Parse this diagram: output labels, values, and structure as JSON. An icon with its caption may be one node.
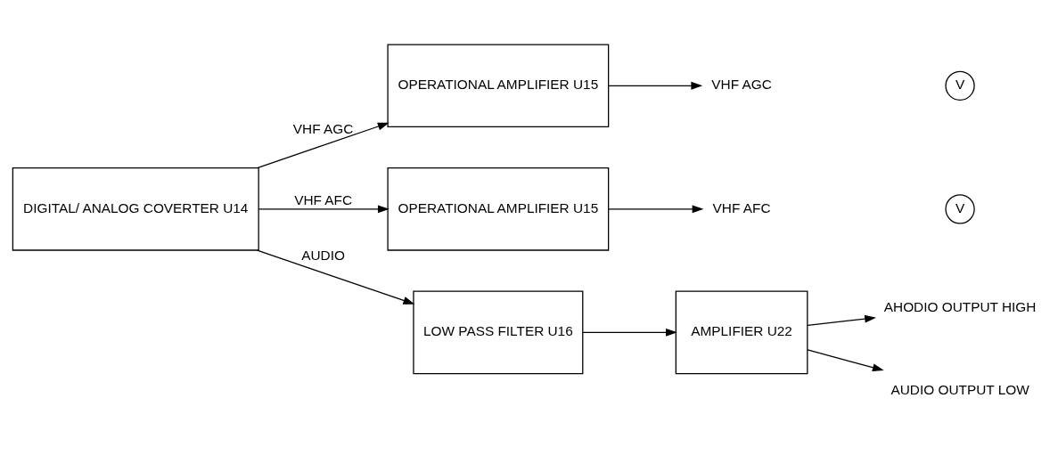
{
  "diagram": {
    "nodes": [
      {
        "text": [
          "DIGITAL/ ANALOG COVERTER U14"
        ]
      },
      {
        "text": [
          "OPERATIONAL AMPLIFIER U15"
        ]
      },
      {
        "text": [
          "OPERATIONAL AMPLIFIER U15"
        ]
      },
      {
        "text": [
          "LOW PASS FILTER U16"
        ]
      },
      {
        "text": [
          "AMPLIFIER U22"
        ]
      },
      {
        "text": [
          "VHF AGC"
        ]
      },
      {
        "text": [
          "V"
        ]
      },
      {
        "text": [
          "VHF AFC"
        ]
      },
      {
        "text": [
          "V"
        ]
      },
      {
        "text": [
          "AHODIO OUTPUT HIGH"
        ]
      },
      {
        "text": [
          "AUDIO OUTPUT LOW"
        ]
      }
    ],
    "edges": [
      {
        "from": 0,
        "to": 1,
        "arrow": "to",
        "label": "VHF AGC"
      },
      {
        "from": 0,
        "to": 2,
        "arrow": "to",
        "label": "VHF AFC"
      },
      {
        "from": 0,
        "to": 3,
        "arrow": "to",
        "label": "AUDIO"
      },
      {
        "from": 1,
        "to": 5,
        "arrow": "to"
      },
      {
        "from": 2,
        "to": 7,
        "arrow": "to"
      },
      {
        "from": 3,
        "to": 4,
        "arrow": "to"
      },
      {
        "from": 4,
        "to": 9,
        "arrow": "to"
      },
      {
        "from": 4,
        "to": 10,
        "arrow": "to"
      }
    ]
  }
}
